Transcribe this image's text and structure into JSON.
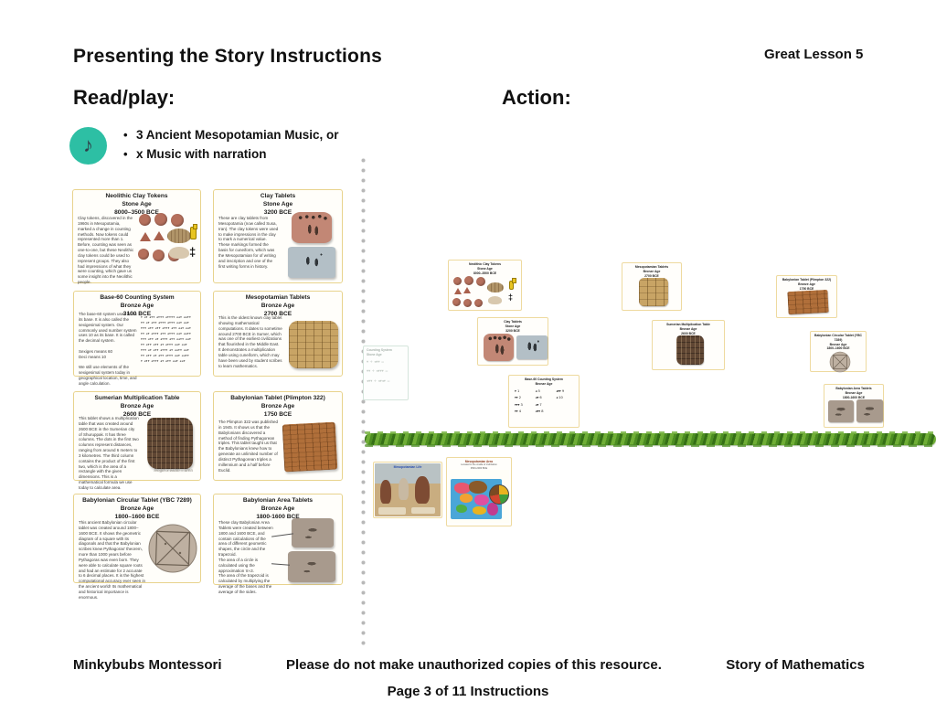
{
  "header": {
    "title": "Presenting the Story Instructions",
    "lesson": "Great Lesson 5",
    "read_play": "Read/play:",
    "action": "Action:"
  },
  "music": {
    "icon": "music-note",
    "bullets": [
      "3 Ancient Mesopotamian Music, or",
      "x Music with narration"
    ]
  },
  "colors": {
    "accent_teal": "#2dbfa4",
    "card_border": "#e8d38d",
    "rope_green": "#4c8d22",
    "dot_gray": "#b8b8b8"
  },
  "cards": [
    {
      "title": "Neolithic Clay Tokens",
      "age": "Stone Age",
      "date": "8000–3500 BCE",
      "body": "Clay tokens, discovered in the 1960s in Mesopotamia, marked a change in counting methods. Now tokens could represented more than 1. Before, counting was seen as one-to-one, but these Neolithic clay tokens could be used to represent groups. They also had impressions of what they were counting, which gave us some insight into the Neolithic people."
    },
    {
      "title": "Clay Tablets",
      "age": "Stone Age",
      "date": "3200 BCE",
      "body": "These are clay tablets from Mesopotamia (now called Susa, Iran). The clay tokens were used to make impressions in the clay to mark a numerical value. These markings formed the basis for cuneiform, which was the Mesopotamian for of writing and inscription and one of the first writing forms in history."
    },
    {
      "title": "Base-60 Counting System",
      "age": "Bronze Age",
      "date": "3100 BCE",
      "body": "The base-60 system uses 60 as its base. It is also called the sexigesimal system. Our commonly used number system uses 10 as its base. It is called the decimal system.\n\nSexiges means 60\nDeci means 10\n\nWe still use elements of the sexigesimal system today in geographical location, time, and angle calculation.",
      "numeral_rows": [
        "▾ ◂▾ ◂▾▾ ◂▾▾▾ ◂▾▾▾▾ ◂◂▾ ◂◂▾▾",
        "▾▾ ◂▾ ◂▾▾ ◂▾▾▾ ◂▾▾▾ ◂◂▾ ◂◂▾",
        "▾▾▾ ◂▾▾ ◂▾▾ ◂▾▾▾ ◂▾▾ ◂◂▾ ◂◂▾",
        "▾▾ ◂▾ ◂▾▾▾ ◂▾▾ ◂▾▾▾ ◂◂▾ ◂◂▾▾",
        "▾▾▾ ◂▾▾ ◂▾ ◂▾▾▾ ◂▾▾ ◂◂▾▾ ◂◂▾",
        "▾▾ ◂▾▾ ◂▾▾ ◂▾ ◂▾▾▾ ◂◂▾ ◂◂▾",
        "▾▾▾ ◂▾ ◂▾▾ ◂▾▾▾ ◂▾ ◂◂▾▾ ◂◂▾",
        "▾▾ ◂▾▾ ◂▾ ◂▾▾ ◂▾▾▾ ◂◂▾ ◂◂▾▾",
        "▾ ◂▾▾ ◂▾▾▾ ◂▾ ◂▾▾ ◂◂▾ ◂◂▾"
      ]
    },
    {
      "title": "Mesopotamian Tablets",
      "age": "Bronze Age",
      "date": "2700 BCE",
      "body": "This is the oldest known clay tablet showing mathematical computations. It dates to sometime around 2700 BCE in Sumer, which was one of the earliest civilizations that flourished in the Middle East.\nIt demonstrates a multiplication table using cuneiform, which may have been used by student scribes to learn mathematics."
    },
    {
      "title": "Sumerian Multiplication Table",
      "age": "Bronze Age",
      "date": "2600 BCE",
      "body": "This tablet shows a multiplication table that was created around 2600 BCE in the Sumerian city of Shuruppak. It has three columns. The dots in the first two columns represent distances, ranging from around 6 meters to 3 kilometres. The third column contains the product of the first two, which is the area of a rectangle with the given dimensions. This is a mathematical formula we use today to calculate area.",
      "caption": "length x width = area"
    },
    {
      "title": "Babylonian Tablet (Plimpton 322)",
      "age": "Bronze Age",
      "date": "1750 BCE",
      "body": "The Plimpton 322 was published in 1945. It shows us that the Babylonians discovered a method of finding Pythagorean triples. This tablet taught us that the Babylonians knew how to generate an unlimited number of distinct Pythagorean triples a millennium and a half before Euclid."
    },
    {
      "title": "Babylonian Circular Tablet (YBC 7289)",
      "age": "Bronze Age",
      "date": "1800–1600 BCE",
      "body": "This ancient Babylonian circular tablet was created around 1800–1600 BCE. It shows the geometric diagram of a square with its diagonals and that the Babylonian scribes knew Pythagoras' theorem, more than 1000 years before Pythagoras was even born. They were able to calculate square roots and had an estimate for 2 accurate to 6 decimal places. It is the highest computational accuracy ever seen in the ancient world! Its mathematical and historical importance is enormous."
    },
    {
      "title": "Babylonian Area Tablets",
      "age": "Bronze Age",
      "date": "1800-1600 BCE",
      "body": "These clay Babylonian Area Tablets were created between 1800 and 1600 BCE, and contain calculations of the area of different geometric shapes, the circle and the trapezoid.\nThe area of a circle is calculated using the approximation π≈3.\nThe area of the trapezoid is calculated by multiplying the average of the bases and the average of the sides."
    }
  ],
  "action_area": {
    "faint_card": {
      "title": "Counting System",
      "age": "Stone Age",
      "rows": [
        "▾  +  ◂▾▾  =",
        "▾▾  +  ◂▾▾▾  =",
        "◂▾▾  +  ◂▾◂▾  ="
      ]
    },
    "timeline_cards": [
      {
        "title": "Neolithic Clay Tokens",
        "age": "Stone Age",
        "date": "8000–3500 BCE"
      },
      {
        "title": "Clay Tablets",
        "age": "Stone Age",
        "date": "3200 BCE"
      },
      {
        "title": "Mesopotamian Tablets",
        "age": "Bronze Age",
        "date": "2700 BCE"
      },
      {
        "title": "Sumerian Multiplication Table",
        "age": "Bronze Age",
        "date": "2600 BCE"
      },
      {
        "title": "Babylonian Tablet (Plimpton 322)",
        "age": "Bronze Age",
        "date": "1750 BCE"
      },
      {
        "title": "Babylonian Circular Tablet (YBC 7289)",
        "age": "Bronze Age",
        "date": "1800–1600 BCE"
      },
      {
        "title": "Babylonian Area Tablets",
        "age": "Bronze Age",
        "date": "1800-1600 BCE"
      },
      {
        "title": "Base-60 Counting System",
        "age": "Bronze Age",
        "date": ""
      }
    ],
    "base60_numerals": [
      "▾  1",
      "▾▾  2",
      "▾▾▾  3",
      "▾▾  4",
      "◂  5",
      "◂▾  6",
      "◂▾  7",
      "◂▾▾  8",
      "◂▾▾  9",
      "◂  10"
    ],
    "life_card": {
      "title": "Mesopotamian Life"
    },
    "map_card": {
      "title": "Mesopotamian Area",
      "subtitle": "Located in the cradle of civilization",
      "date": "3500-2000 BCE"
    }
  },
  "footer": {
    "brand": "Minkybubs Montessori",
    "notice": "Please do not make unauthorized copies of this resource.",
    "series": "Story of Mathematics",
    "page": "Page 3 of 11 Instructions"
  }
}
